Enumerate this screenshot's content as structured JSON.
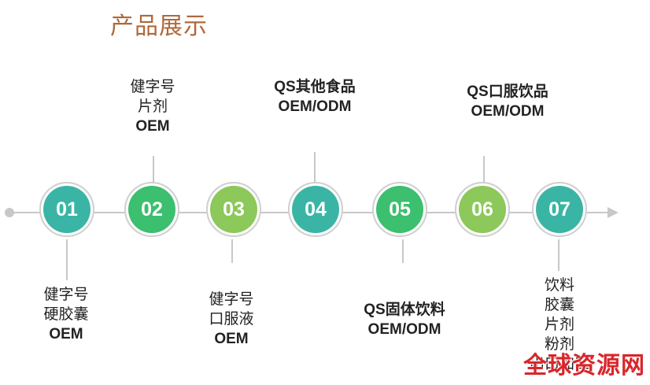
{
  "title": "产品展示",
  "steps": [
    {
      "number": "01",
      "color": "#3ab5a5",
      "lines": [
        "健字号",
        "硬胶囊",
        "OEM"
      ]
    },
    {
      "number": "02",
      "color": "#3cbf6e",
      "lines": [
        "健字号",
        "片剂",
        "OEM"
      ]
    },
    {
      "number": "03",
      "color": "#8cc85a",
      "lines": [
        "健字号",
        "口服液",
        "OEM"
      ]
    },
    {
      "number": "04",
      "color": "#3ab5a5",
      "lines": [
        "QS其他食品",
        "OEM/ODM"
      ]
    },
    {
      "number": "05",
      "color": "#3cbf6e",
      "lines": [
        "QS固体饮料",
        "OEM/ODM"
      ]
    },
    {
      "number": "06",
      "color": "#8cc85a",
      "lines": [
        "QS口服饮品",
        "OEM/ODM"
      ]
    },
    {
      "number": "07",
      "color": "#3ab5a5",
      "lines": [
        "饮料",
        "胶囊",
        "片剂",
        "粉剂",
        "出口加工"
      ]
    }
  ],
  "watermark": "全球资源网"
}
